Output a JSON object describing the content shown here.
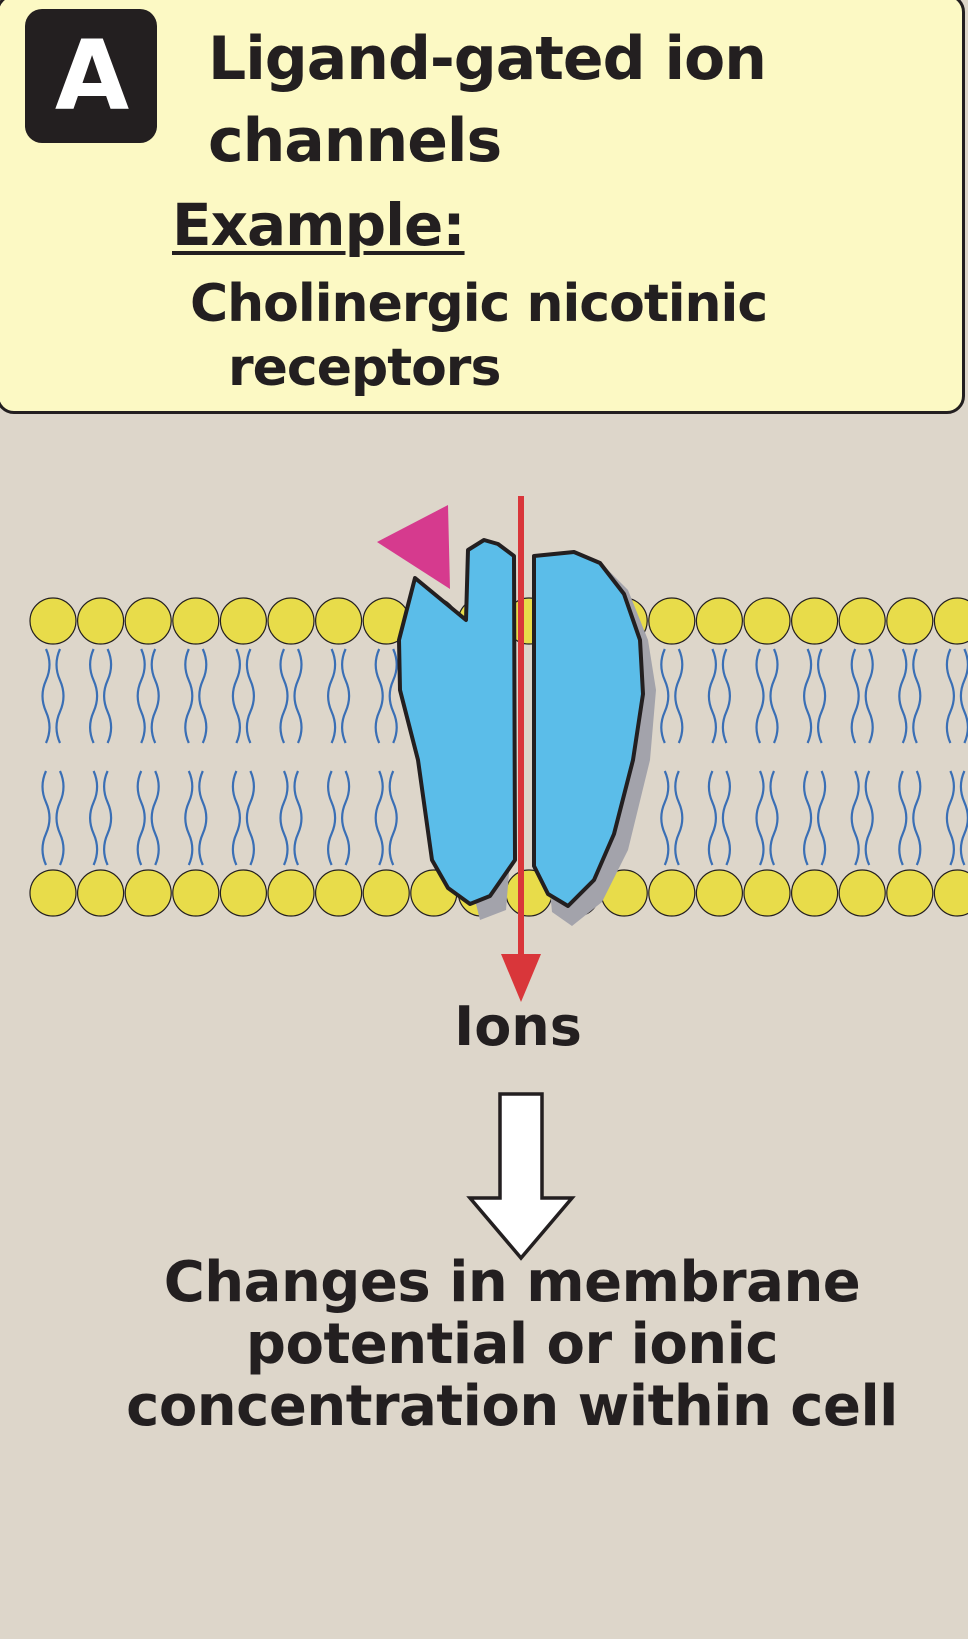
{
  "panel": {
    "badge": "A",
    "title_line1": "Ligand-gated ion",
    "title_line2": "channels",
    "example_label": "Example:",
    "receptor_line1": "Cholinergic nicotinic",
    "receptor_line2": "receptors"
  },
  "diagram": {
    "ions_label": "Ions",
    "result_line1": "Changes in membrane",
    "result_line2": "potential or ionic",
    "result_line3": "concentration within cell"
  },
  "colors": {
    "background": "#ddd6ca",
    "panel": "#fcf9c4",
    "lipid_head": "#e8dc4a",
    "lipid_tail": "#3a6fb5",
    "channel": "#5bbde9",
    "ligand": "#d63a8e",
    "ion_arrow": "#d9363a"
  }
}
